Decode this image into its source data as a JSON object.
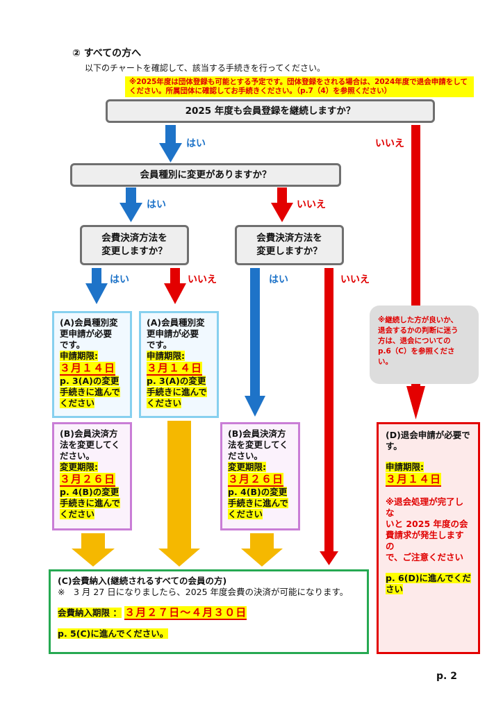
{
  "header": {
    "heading": "② すべての方へ",
    "subheading": "以下のチャートを確認して、該当する手続きを行ってください。",
    "notice": "※2025年度は団体登録も可能とする予定です。団体登録をされる場合は、2024年度で退会申請をしてください。所属団体に確認してお手続きください。（p.7（4）を参照ください）"
  },
  "questions": {
    "q1": "2025 年度も会員登録を継続しますか？",
    "q2": "会員種別に変更がありますか？",
    "q3a_line1": "会費決済方法を",
    "q3a_line2": "変更しますか？",
    "q3b_line1": "会費決済方法を",
    "q3b_line2": "変更しますか？"
  },
  "labels": {
    "yes": "はい",
    "no": "いいえ"
  },
  "card_a": {
    "line1": "(A)会員種別変",
    "line2": "更申請が必要",
    "line3": "です。",
    "deadline_label": "申請期限:",
    "deadline": "３月１４日",
    "next_line1": "p. 3(A)の変更",
    "next_line2": "手続きに進んで",
    "next_line3": "ください"
  },
  "card_b": {
    "line1": "(B)会員決済方",
    "line2": "法を変更してく",
    "line3": "ださい。",
    "deadline_label": "変更期限:",
    "deadline": "３月２６日",
    "next_line1": "p. 4(B)の変更",
    "next_line2": "手続きに進んで",
    "next_line3": "ください"
  },
  "card_c": {
    "title": "(C)会費納入(継続されるすべての会員の方)",
    "note": "※　3 月 27 日になりましたら、2025 年度会費の決済が可能になります。",
    "deadline_label": "会費納入期限 ：",
    "deadline": "３月２７日～４月３０日",
    "next": "p. 5(C)に進んでください。"
  },
  "card_d": {
    "line1": "(D)退会申請が必要で",
    "line2": "す。",
    "deadline_label": "申請期限:",
    "deadline": "３月１４日",
    "warn_line1": "※退会処理が完了しな",
    "warn_line2": "いと 2025 年度の会",
    "warn_line3": "費請求が発生しますの",
    "warn_line4": "で、ご注意ください",
    "next_line1": "p. 6(D)に進んでくだ",
    "next_line2": "さい"
  },
  "bubble": {
    "line1": "※継続した方が良いか、",
    "line2": "退会するかの判断に迷う",
    "line3": "方は、退会についての",
    "line4": "p.6（C）を参照くださ",
    "line5": "い。"
  },
  "footer": {
    "page": "p. 2"
  },
  "colors": {
    "yes_arrow": "#1e73c8",
    "no_arrow": "#e30000",
    "fee_arrow": "#f5b800",
    "highlight": "#ffff00"
  }
}
